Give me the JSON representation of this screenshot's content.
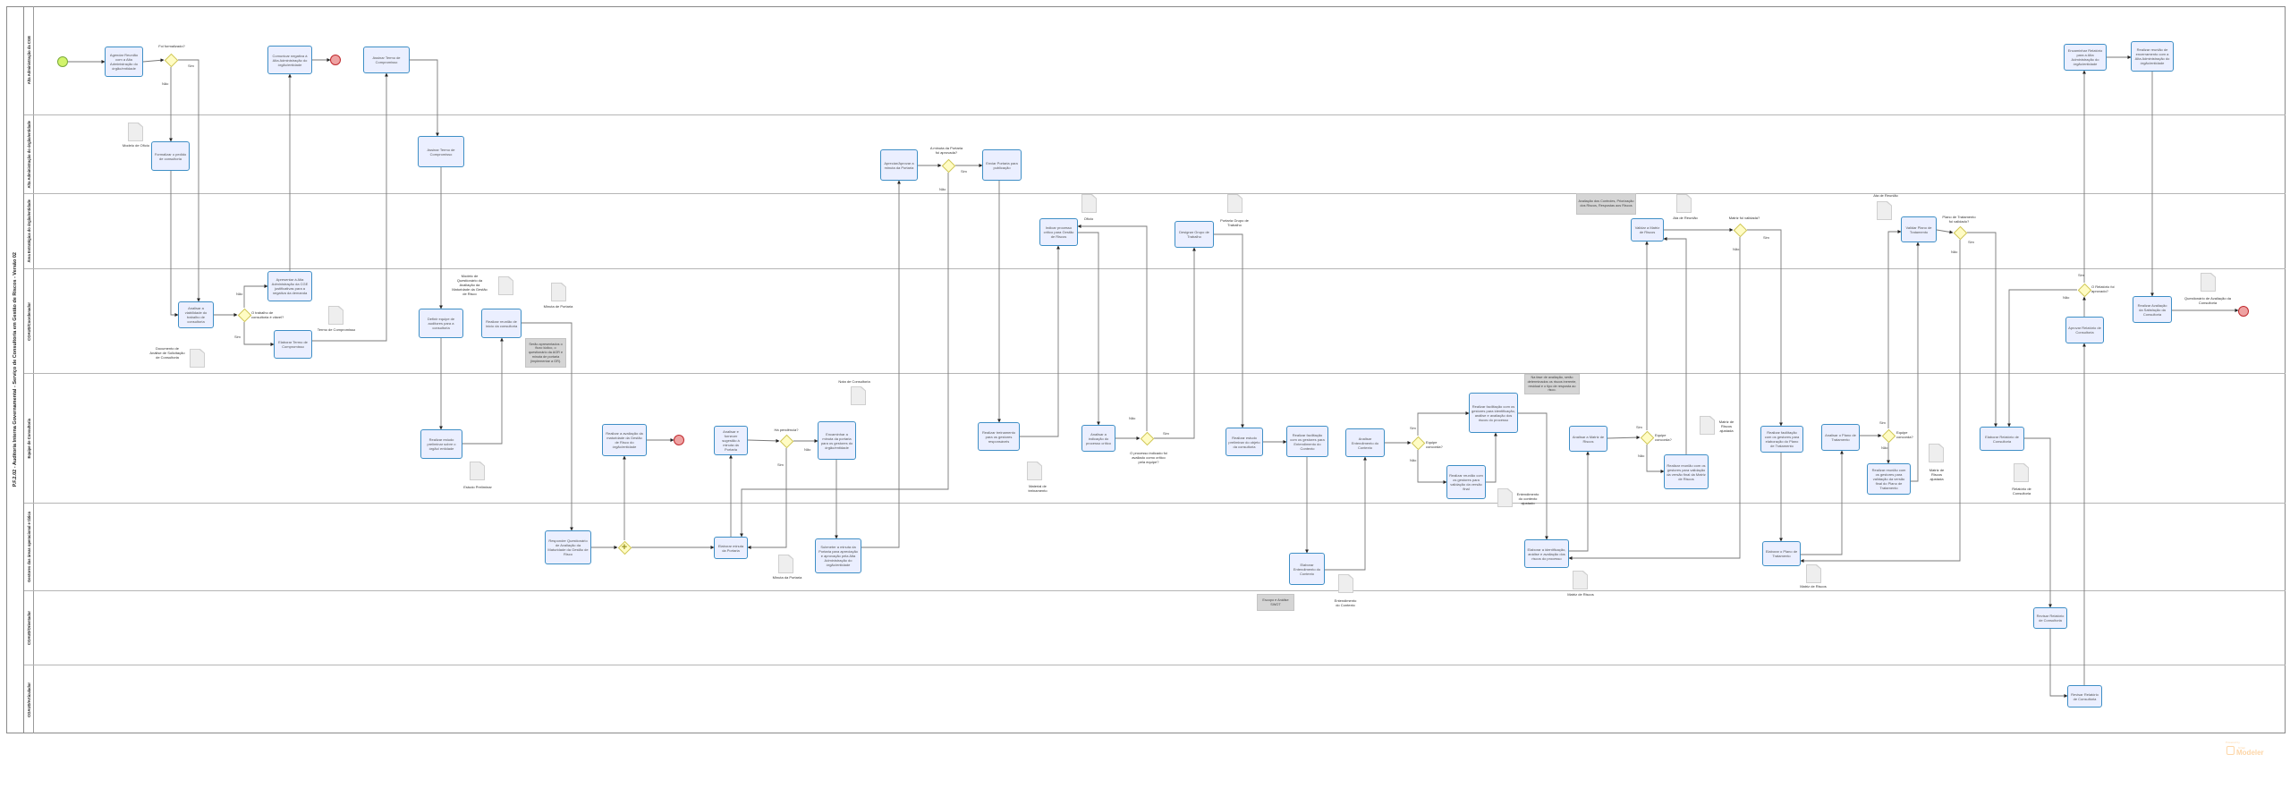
{
  "pool": {
    "title": "P.F.2.02 - Auditoria Interna Governamental - Serviço de Consultoria em Gestão de Riscos - Versão 02"
  },
  "lanes": [
    {
      "name": "Alta  Administração da CGE"
    },
    {
      "name": "Alta Administração do órgão/entidade"
    },
    {
      "name": "Área Estratégica do órgão/entidade"
    },
    {
      "name": "COAUD/Coordenador"
    },
    {
      "name": "Equipe de Consultoria"
    },
    {
      "name": "Gestores das áreas operacional e tática"
    },
    {
      "name": "COAUD/Orientador"
    },
    {
      "name": "COAUD/Articulador"
    }
  ],
  "tasks": [
    {
      "id": "t1",
      "label": "Agendar Reunião com a Alta Administração do órgão/entidade"
    },
    {
      "id": "t2",
      "label": "Comunicar negativa à Alta Administração do órgão/entidade"
    },
    {
      "id": "t3",
      "label": "Assinar Termo de Compromisso"
    },
    {
      "id": "t4",
      "label": "Formalizar o pedido de consultoria"
    },
    {
      "id": "t5",
      "label": "Assinar Termo de Compromisso"
    },
    {
      "id": "t6",
      "label": "Apresentar à Alta Administração da CGE justificativas para a negativa da demanda"
    },
    {
      "id": "t7",
      "label": "Analisar a viabilidade do trabalho de consultoria"
    },
    {
      "id": "t8",
      "label": "Elaborar Termo de Compromisso"
    },
    {
      "id": "t9",
      "label": "Definir equipe de auditores para a consultoria"
    },
    {
      "id": "t10",
      "label": "Realizar reunião de início da consultoria"
    },
    {
      "id": "t11",
      "label": "Realizar estudo preliminar sobre o órgão/ entidade"
    },
    {
      "id": "t12",
      "label": "Realizar a avaliação da maturidade da Gestão de Risco do órgão/entidade"
    },
    {
      "id": "t13",
      "label": "Analisar e fornecer sugestão à minuta da Portaria"
    },
    {
      "id": "t14",
      "label": "Responder Questionário de Avaliação da Maturidade da Gestão de Risco"
    },
    {
      "id": "t15",
      "label": "Elaborar minuta da Portaria"
    },
    {
      "id": "t16",
      "label": "Encaminhar a minuta da portaria para os gestores do órgão/entidade"
    },
    {
      "id": "t17",
      "label": "Submeter a minuta da Portaria para apreciação e aprovação pela Alta Administração do órgão/entidade"
    },
    {
      "id": "t18",
      "label": "Apreciar/Aprovar a minuta da Portaria"
    },
    {
      "id": "t19",
      "label": "Enviar Portaria para publicação"
    },
    {
      "id": "t20",
      "label": "Realizar treinamento para os gestores responsáveis"
    },
    {
      "id": "t21",
      "label": "Indicar processo crítico para Gestão de Riscos"
    },
    {
      "id": "t22",
      "label": "Analisar a indicação do processo crítico"
    },
    {
      "id": "t23",
      "label": "Designar Grupo de Trabalho"
    },
    {
      "id": "t24",
      "label": "Realizar estudo preliminar do objeto da consultoria"
    },
    {
      "id": "t25",
      "label": "Realizar facilitação com os gestores para Entendimento do Contexto"
    },
    {
      "id": "t26",
      "label": "Analisar Entendimento do Contexto"
    },
    {
      "id": "t27",
      "label": "Realizar facilitação com os gestores para identificação, análise e avaliação dos riscos do processo"
    },
    {
      "id": "t28",
      "label": "Realizar reunião com os gestores para validação da versão final"
    },
    {
      "id": "t29",
      "label": "Elaborar Entendimento do Contexto"
    },
    {
      "id": "t30",
      "label": "Elaborar a identificação, análise e avaliação dos riscos do processo"
    },
    {
      "id": "t31",
      "label": "Analisar a Matriz de Riscos"
    },
    {
      "id": "t32",
      "label": "Realizar reunião com os gestores para validação da versão final da Matriz de Riscos"
    },
    {
      "id": "t33",
      "label": "Validar a Matriz de Riscos"
    },
    {
      "id": "t34",
      "label": "Realizar facilitação com os gestores para elaboração do Plano de Tratamento"
    },
    {
      "id": "t35",
      "label": "Analisar o Plano de Tratamento"
    },
    {
      "id": "t36",
      "label": "Realizar reunião com os gestores para validação da versão final do Plano de Tratamento"
    },
    {
      "id": "t37",
      "label": "Elaborar o Plano de Tratamento"
    },
    {
      "id": "t38",
      "label": "Validar Plano de Tratamento"
    },
    {
      "id": "t39",
      "label": "Encaminhar Relatório para a Alta Administração do órgão/entidade"
    },
    {
      "id": "t40",
      "label": "Realizar reunião de encerramento com a Alta Administração do órgão/entidade"
    },
    {
      "id": "t41",
      "label": "Aprovar Relatório de Consultoria"
    },
    {
      "id": "t42",
      "label": "Realizar Avaliação da Satisfação da Consultoria"
    },
    {
      "id": "t43",
      "label": "Elaborar Relatório de Consultoria"
    },
    {
      "id": "t44",
      "label": "Revisar Relatório de Consultoria"
    },
    {
      "id": "t45",
      "label": "Revisar Relatório de Consultoria"
    }
  ],
  "gateways": [
    {
      "id": "g1",
      "type": "exclusive",
      "label": "Foi formalizado?",
      "branches": [
        "Sim",
        "Não"
      ]
    },
    {
      "id": "g2",
      "type": "exclusive",
      "label": "O trabalho de consultoria é viável?",
      "branches": [
        "Não",
        "Sim"
      ]
    },
    {
      "id": "g3",
      "type": "parallel",
      "label": "",
      "branches": []
    },
    {
      "id": "g4",
      "type": "exclusive",
      "label": "Há pendência?",
      "branches": [
        "Sim",
        "Não"
      ]
    },
    {
      "id": "g5",
      "type": "exclusive",
      "label": "A minuta da Portaria foi aprovada?",
      "branches": [
        "Sim",
        "Não"
      ]
    },
    {
      "id": "g6",
      "type": "exclusive",
      "label": "O processo indicado foi avaliado como crítico pela equipe?",
      "branches": [
        "Não",
        "Sim"
      ]
    },
    {
      "id": "g7",
      "type": "exclusive",
      "label": "Equipe concorda?",
      "branches": [
        "Sim",
        "Não"
      ]
    },
    {
      "id": "g8",
      "type": "exclusive",
      "label": "Equipe concorda?",
      "branches": [
        "Sim",
        "Não"
      ]
    },
    {
      "id": "g9",
      "type": "exclusive",
      "label": "Matriz foi validada?",
      "branches": [
        "Sim",
        "Não"
      ]
    },
    {
      "id": "g10",
      "type": "exclusive",
      "label": "Equipe concorda?",
      "branches": [
        "Sim",
        "Não"
      ]
    },
    {
      "id": "g11",
      "type": "exclusive",
      "label": "Plano de Tratamento foi validado?",
      "branches": [
        "Sim",
        "Não"
      ]
    },
    {
      "id": "g12",
      "type": "exclusive",
      "label": "O Relatório foi aprovado?",
      "branches": [
        "Sim",
        "Não"
      ]
    }
  ],
  "events": [
    {
      "id": "start",
      "type": "start"
    },
    {
      "id": "end1",
      "type": "end"
    },
    {
      "id": "end2",
      "type": "end"
    },
    {
      "id": "end3",
      "type": "end"
    }
  ],
  "documents": [
    {
      "id": "d1",
      "label": "Modelo de Ofício"
    },
    {
      "id": "d2",
      "label": "Documento de Análise de Solicitação de Consultoria"
    },
    {
      "id": "d3",
      "label": "Termo de Compromisso"
    },
    {
      "id": "d4",
      "label": "Modelo de Questionário da Avaliação da Maturidade da Gestão de Risco"
    },
    {
      "id": "d5",
      "label": "Minuta de Portaria"
    },
    {
      "id": "d6",
      "label": "Estudo Preliminar"
    },
    {
      "id": "d7",
      "label": "Minuta da Portaria"
    },
    {
      "id": "d8",
      "label": "Nota de Consultoria"
    },
    {
      "id": "d9",
      "label": "Material de treinamento"
    },
    {
      "id": "d10",
      "label": "Ofício"
    },
    {
      "id": "d11",
      "label": "Portaria Grupo de Trabalho"
    },
    {
      "id": "d12",
      "label": "Entendimento do Contexto"
    },
    {
      "id": "d13",
      "label": "Entendimento do contexto ajustado"
    },
    {
      "id": "d14",
      "label": "Matriz de Riscos"
    },
    {
      "id": "d15",
      "label": "Ata de Reunião"
    },
    {
      "id": "d16",
      "label": "Matriz de Riscos ajustada"
    },
    {
      "id": "d17",
      "label": "Ata de Reunião"
    },
    {
      "id": "d18",
      "label": "Matriz de Riscos ajustada"
    },
    {
      "id": "d19",
      "label": "Matriz de Riscos"
    },
    {
      "id": "d20",
      "label": "Relatório de Consultoria"
    },
    {
      "id": "d21",
      "label": "Questionário de Avaliação da Consultoria"
    }
  ],
  "annotations": [
    {
      "id": "a1",
      "text": "Serão apresentados o fluxo lúdico, o questionário da AGR e minuta de portaria (implementar a GR)."
    },
    {
      "id": "a2",
      "text": "Escopo e Análise SWOT"
    },
    {
      "id": "a3",
      "text": "Na fase de avaliação, serão determinados os riscos inerente, residual e o tipo de resposta ao risco."
    },
    {
      "id": "a4",
      "text": "Avaliação dos Controles, Priorização dos Riscos, Respostas aos Riscos"
    }
  ],
  "branding": {
    "powered_by": "Powered by",
    "vendor": "bizagi",
    "product": "Modeler"
  },
  "colors": {
    "task_fill": "#ebefff",
    "task_border": "#3f8fc6",
    "gateway_fill": "#fffcc4",
    "start": "#d2f46c",
    "end": "#eea2a2",
    "note": "#d5d5d5"
  }
}
